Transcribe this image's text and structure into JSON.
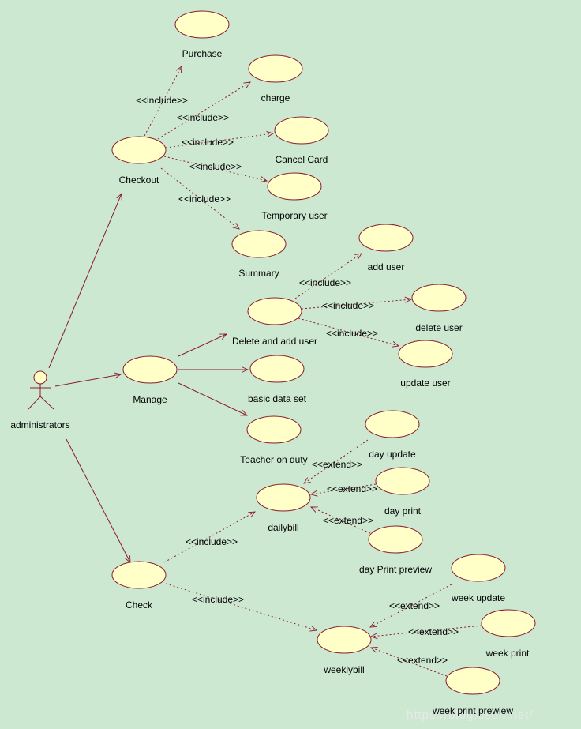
{
  "actor": {
    "label": "administrators"
  },
  "use_cases": {
    "purchase": "Purchase",
    "charge": "charge",
    "cancel_card": "Cancel Card",
    "temporary_user": "Temporary user",
    "summary": "Summary",
    "checkout": "Checkout",
    "add_user": "add user",
    "delete_and_add_user": "Delete and add user",
    "delete_user": "delete user",
    "update_user": "update user",
    "manage": "Manage",
    "basic_data_set": "basic data set",
    "teacher_on_duty": "Teacher on duty",
    "day_update": "day update",
    "day_print": "day print",
    "dailybill": "dailybill",
    "day_print_preview": "day Print preview",
    "check": "Check",
    "week_update": "week update",
    "week_print": "week print",
    "weeklybill": "weeklybill",
    "week_print_preview": "week print prewiew"
  },
  "stereotypes": {
    "include": "<<include>>",
    "extend": "<<extend>>"
  },
  "watermark": "https://blog.csdn.net/"
}
